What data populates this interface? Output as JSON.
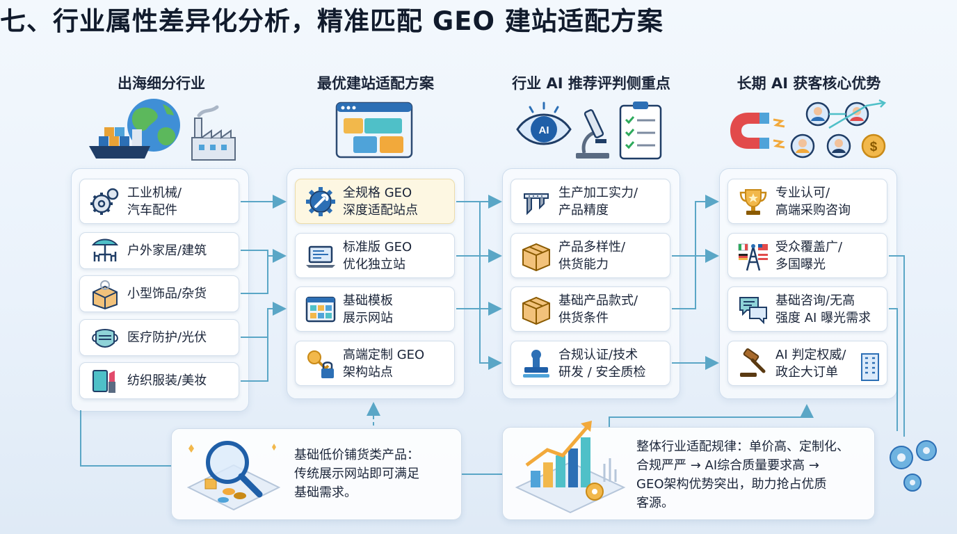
{
  "title": "七、行业属性差异化分析，精准匹配 GEO 建站适配方案",
  "columns": [
    {
      "heading": "出海细分行业",
      "items": [
        {
          "line1": "工业机械/",
          "line2": "汽车配件",
          "icon": "gear-icon"
        },
        {
          "line1": "户外家居/建筑",
          "line2": "",
          "icon": "patio-furniture-icon"
        },
        {
          "line1": "小型饰品/杂货",
          "line2": "",
          "icon": "jewelry-box-icon"
        },
        {
          "line1": "医疗防护/光伏",
          "line2": "",
          "icon": "face-mask-icon"
        },
        {
          "line1": "纺织服装/美妆",
          "line2": "",
          "icon": "lipstick-icon"
        }
      ]
    },
    {
      "heading": "最优建站适配方案",
      "items": [
        {
          "line1": "全规格 GEO",
          "line2": "深度适配站点",
          "icon": "gear-wrench-icon"
        },
        {
          "line1": "标准版 GEO",
          "line2": "优化独立站",
          "icon": "laptop-icon"
        },
        {
          "line1": "基础模板",
          "line2": "展示网站",
          "icon": "template-grid-icon"
        },
        {
          "line1": "高端定制 GEO",
          "line2": "架构站点",
          "icon": "key-lock-icon"
        }
      ]
    },
    {
      "heading": "行业 AI 推荐评判侧重点",
      "items": [
        {
          "line1": "生产加工实力/",
          "line2": "产品精度",
          "icon": "caliper-icon"
        },
        {
          "line1": "产品多样性/",
          "line2": "供货能力",
          "icon": "box-icon"
        },
        {
          "line1": "基础产品款式/",
          "line2": "供货条件",
          "icon": "box-icon"
        },
        {
          "line1": "合规认证/技术",
          "line2": "研发 / 安全质检",
          "icon": "stamp-icon"
        }
      ]
    },
    {
      "heading": "长期 AI 获客核心优势",
      "items": [
        {
          "line1": "专业认可/",
          "line2": "高端采购咨询",
          "icon": "trophy-icon"
        },
        {
          "line1": "受众覆盖广/",
          "line2": "多国曝光",
          "icon": "flags-tower-icon"
        },
        {
          "line1": "基础咨询/无高",
          "line2": "强度 AI 曝光需求",
          "icon": "chat-bubbles-icon"
        },
        {
          "line1": "AI 判定权威/",
          "line2": "政企大订单",
          "icon": "gavel-icon"
        }
      ]
    }
  ],
  "header_icons": {
    "col1": [
      "globe-icon",
      "cargo-ship-icon",
      "factory-icon"
    ],
    "col2": [
      "website-puzzle-icon"
    ],
    "col3": [
      "ai-eye-icon",
      "microscope-icon",
      "checklist-icon"
    ],
    "col4": [
      "magnet-icon",
      "people-network-icon",
      "coin-icon"
    ]
  },
  "notes": {
    "left": {
      "lines": [
        "基础低价铺货类产品：",
        "传统展示网站即可满足",
        "基础需求。"
      ],
      "icon": "magnifier-icon"
    },
    "right": {
      "lines": [
        "整体行业适配规律：单价高、定制化、",
        "合规严严 → AI综合质量要求高 →",
        "GEO架构优势突出，助力抢占优质",
        "客源。"
      ],
      "icon": "growth-chart-icon"
    }
  },
  "colors": {
    "connector": "#5aa6c6",
    "highlight_card": "#fdf7e2",
    "accent_blue": "#2c6fb5",
    "accent_orange": "#f2a93b"
  }
}
